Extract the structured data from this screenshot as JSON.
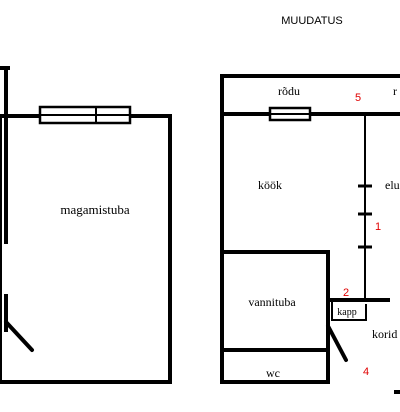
{
  "header": {
    "title": "MUUDATUS"
  },
  "rooms": {
    "magamistuba": "magamistuba",
    "rodu_left": "rõdu",
    "rodu_right": "r",
    "kook": "köök",
    "elutuba": "elu",
    "vannituba": "vannituba",
    "kapp": "kapp",
    "koridor": "korid",
    "wc": "wc"
  },
  "markers": {
    "m1": "1",
    "m2": "2",
    "m4": "4",
    "m5": "5"
  },
  "colors": {
    "wall": "#000000",
    "marker": "#e00000",
    "background": "#ffffff"
  }
}
